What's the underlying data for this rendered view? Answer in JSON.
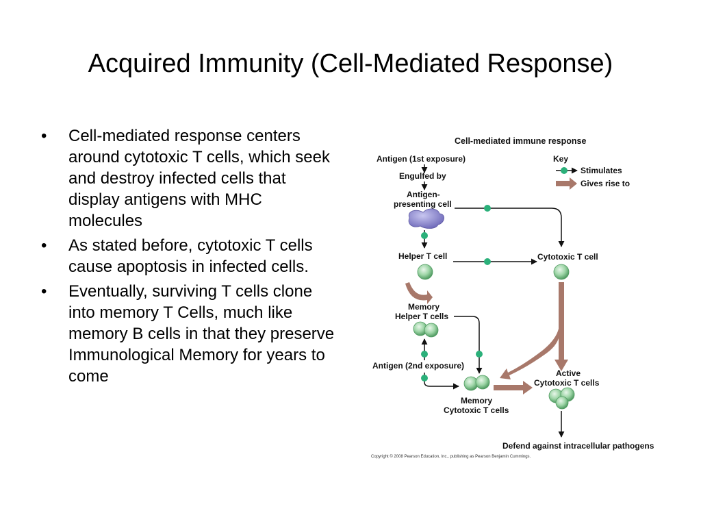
{
  "slide": {
    "title": "Acquired Immunity (Cell-Mediated Response)",
    "bullet_char": "•",
    "bullets": [
      "Cell-mediated response centers around cytotoxic T cells, which seek and destroy infected cells that display antigens with MHC molecules",
      "As stated before, cytotoxic T cells cause apoptosis in infected cells.",
      "Eventually, surviving T cells clone into memory T Cells, much like memory B cells in that they preserve Immunological Memory for years to come"
    ]
  },
  "diagram": {
    "title": "Cell-mediated immune response",
    "key": {
      "title": "Key",
      "stimulates": "Stimulates",
      "gives_rise_to": "Gives rise to"
    },
    "labels": {
      "antigen_first": "Antigen (1st exposure)",
      "engulfed_by": "Engulfed by",
      "apc_line1": "Antigen-",
      "apc_line2": "presenting cell",
      "helper_t": "Helper T cell",
      "cytotoxic_t": "Cytotoxic T cell",
      "memory_helper_line1": "Memory",
      "memory_helper_line2": "Helper T cells",
      "antigen_second": "Antigen (2nd exposure)",
      "active_line1": "Active",
      "active_line2": "Cytotoxic T cells",
      "memory_cyto_line1": "Memory",
      "memory_cyto_line2": "Cytotoxic T cells",
      "defend": "Defend against intracellular pathogens",
      "copyright": "Copyright © 2008 Pearson Education, Inc., publishing as Pearson Benjamin Cummings."
    },
    "colors": {
      "arrow": "#111111",
      "gives_rise": "#a8786a",
      "stimulates": "#2bb07a",
      "cell": "#8ccf9a",
      "apc": "#8e8ad0"
    }
  }
}
